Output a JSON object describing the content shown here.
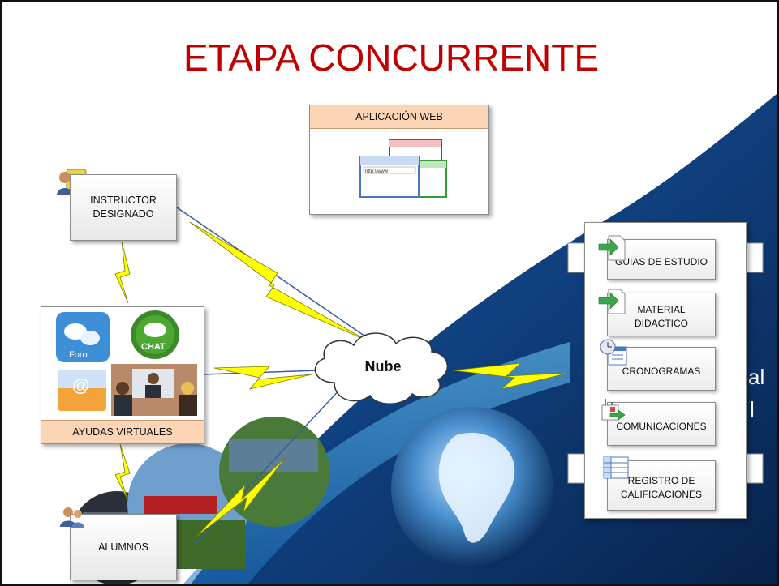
{
  "slide": {
    "title": "ETAPA CONCURRENTE",
    "web_app": {
      "label": "APLICACIÓN WEB",
      "url_text": "http://www"
    },
    "instructor": {
      "label": "INSTRUCTOR\nDESIGNADO"
    },
    "ayudas": {
      "label": "AYUDAS VIRTUALES",
      "foro_label": "Foro",
      "chat_label": "CHAT",
      "email_symbol": "@"
    },
    "students": {
      "label": "ALUMNOS"
    },
    "cloud": {
      "label": "Nube"
    },
    "resources": [
      {
        "label": "GUIAS DE ESTUDIO",
        "icon": "document-arrow-icon"
      },
      {
        "label": "MATERIAL\nDIDACTICO",
        "icon": "document-arrow-icon"
      },
      {
        "label": "CRONOGRAMAS",
        "icon": "clock-table-icon"
      },
      {
        "label": "COMUNICACIONES",
        "icon": "clip-arrow-icon"
      },
      {
        "label": "REGISTRO DE\nCALIFICACIONES",
        "icon": "table-icon"
      }
    ],
    "background_fragments": [
      "al",
      "l"
    ],
    "colors": {
      "title": "#c00000",
      "bolt_fill": "#ffff00",
      "panel_header": "#fbd5b5",
      "background_blue": "#0d3c78"
    }
  }
}
